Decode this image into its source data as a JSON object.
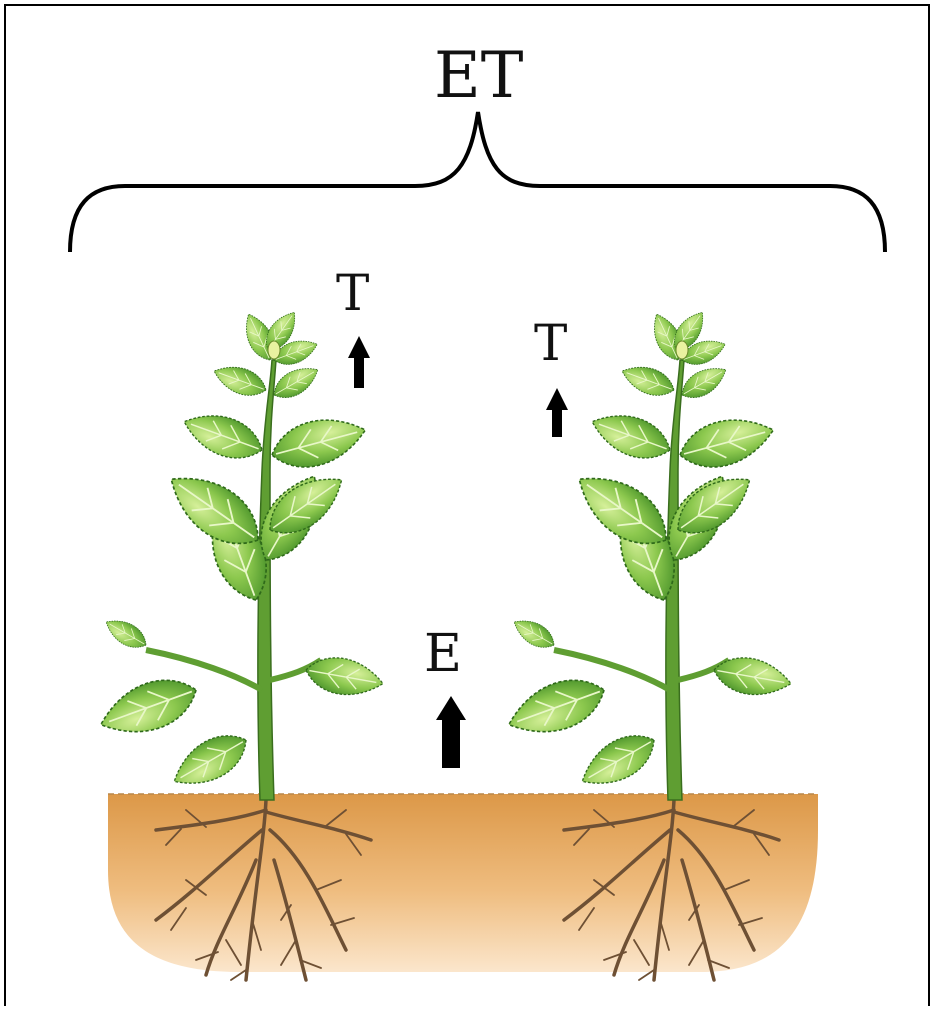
{
  "labels": {
    "evapotranspiration": "ET",
    "transpiration_left": "T",
    "transpiration_right": "T",
    "evaporation": "E"
  },
  "colors": {
    "soil_top": "#e6a85a",
    "soil_bottom": "#f7d4a6",
    "leaf_dark": "#4f9a2c",
    "leaf_light": "#b7e07a",
    "stem": "#6aa73a",
    "root": "#7a5a3a",
    "arrow": "#000000"
  }
}
